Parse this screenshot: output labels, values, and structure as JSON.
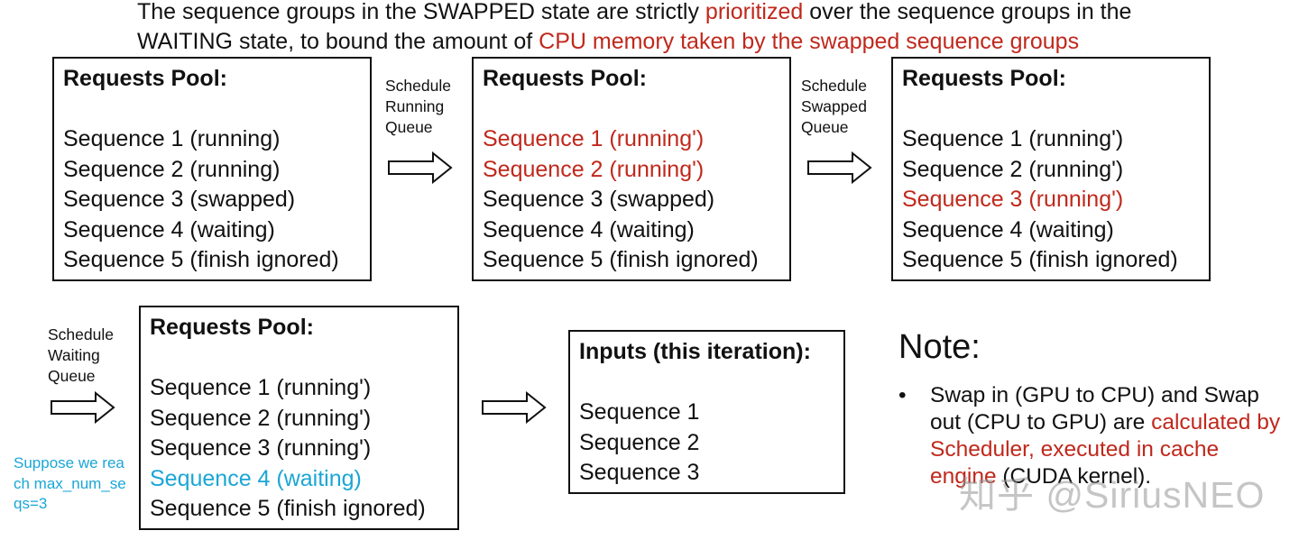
{
  "header": {
    "line1_a": "The sequence groups in the SWAPPED state are strictly ",
    "line1_b": "prioritized",
    "line1_c": " over the sequence groups in the",
    "line2_a": "WAITING state, to bound the amount of ",
    "line2_b": "CPU memory taken by the swapped sequence groups"
  },
  "pools": [
    {
      "title": "Requests Pool:",
      "sequences": [
        "Sequence 1 (running)",
        "Sequence 2 (running)",
        "Sequence 3 (swapped)",
        "Sequence 4 (waiting)",
        "Sequence 5 (finish ignored)"
      ]
    },
    {
      "title": "Requests Pool:",
      "sequences": [
        "Sequence 1 (running')",
        "Sequence 2 (running')",
        "Sequence 3 (swapped)",
        "Sequence 4 (waiting)",
        "Sequence 5 (finish ignored)"
      ]
    },
    {
      "title": "Requests Pool:",
      "sequences": [
        "Sequence 1 (running')",
        "Sequence 2 (running')",
        "Sequence 3 (running')",
        "Sequence 4 (waiting)",
        "Sequence 5 (finish ignored)"
      ]
    },
    {
      "title": "Requests Pool:",
      "sequences": [
        "Sequence 1 (running')",
        "Sequence 2 (running')",
        "Sequence 3 (running')",
        "Sequence 4 (waiting)",
        "Sequence 5 (finish ignored)"
      ]
    }
  ],
  "inputs": {
    "title": "Inputs (this iteration):",
    "sequences": [
      "Sequence 1",
      "Sequence 2",
      "Sequence 3"
    ]
  },
  "arrow_labels": {
    "running": [
      "Schedule",
      "Running",
      "Queue"
    ],
    "swapped": [
      "Schedule",
      "Swapped",
      "Queue"
    ],
    "waiting": [
      "Schedule",
      "Waiting",
      "Queue"
    ]
  },
  "suppose_note": "Suppose we reach max_num_seqs=3",
  "note": {
    "heading": "Note:",
    "bullet": "•",
    "text_a": "Swap in (GPU to CPU) and Swap out (CPU to GPU) are ",
    "text_b": "calculated by Scheduler, executed in cache engine",
    "text_c": " (CUDA kernel)."
  },
  "watermark": "知乎 @SiriusNEO",
  "colors": {
    "highlight_red": "#c0281c",
    "highlight_blue": "#1aa6d6",
    "text": "#111111"
  }
}
